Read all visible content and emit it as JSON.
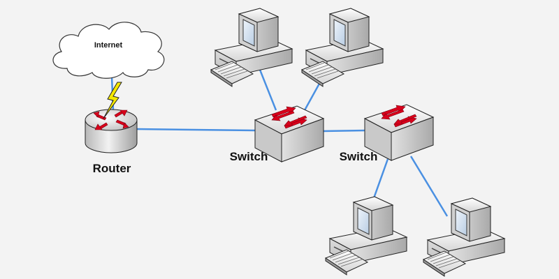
{
  "diagram": {
    "cloud_label": "Internet",
    "router_label": "Router",
    "switch_left_label": "Switch",
    "switch_right_label": "Switch"
  },
  "colors": {
    "background": "#f3f3f3",
    "link": "#4a90e2",
    "arrow_red": "#d9001b",
    "lightning": "#f5e800",
    "device_gray": "#c8c8c8",
    "screen_blue": "#dbe6f2"
  },
  "icons": [
    "cloud-icon",
    "router-icon",
    "switch-icon",
    "computer-icon",
    "lightning-icon"
  ]
}
